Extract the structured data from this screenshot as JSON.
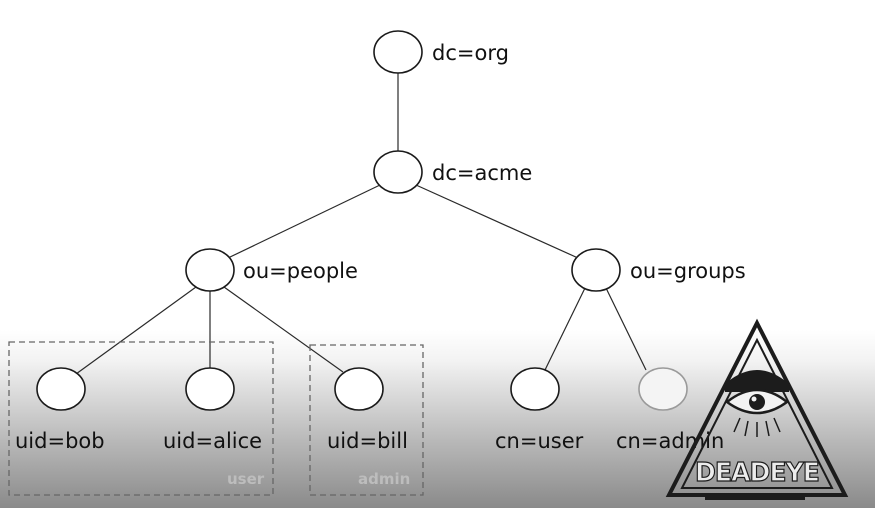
{
  "tree": {
    "root": {
      "label": "dc=org"
    },
    "level1": {
      "label": "dc=acme"
    },
    "people": {
      "label": "ou=people"
    },
    "groups": {
      "label": "ou=groups"
    },
    "leaves": {
      "bob": {
        "label": "uid=bob"
      },
      "alice": {
        "label": "uid=alice"
      },
      "bill": {
        "label": "uid=bill"
      },
      "cn_user": {
        "label": "cn=user"
      },
      "cn_admin": {
        "label": "cn=admin"
      }
    }
  },
  "groups": {
    "user": {
      "label": "user"
    },
    "admin": {
      "label": "admin"
    }
  },
  "watermark": {
    "text": "DEADEYE",
    "icon": "eye-icon"
  }
}
